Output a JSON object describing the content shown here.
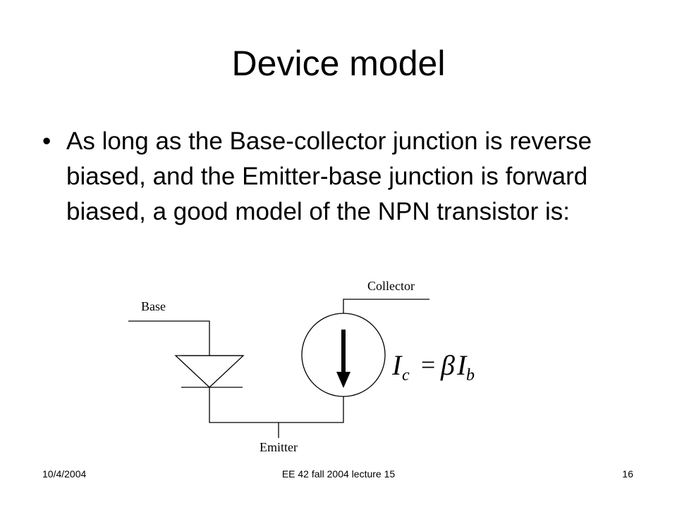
{
  "slide": {
    "title": "Device model",
    "bullets": [
      "As long as the Base-collector junction is reverse biased, and the Emitter-base junction is forward biased, a good model of the NPN transistor is:"
    ]
  },
  "diagram": {
    "labels": {
      "collector": "Collector",
      "base": "Base",
      "emitter": "Emitter"
    },
    "formula": {
      "lhs": "I",
      "lhs_sub": "c",
      "equals": "=",
      "beta": "β",
      "rhs": "I",
      "rhs_sub": "b"
    }
  },
  "footer": {
    "date": "10/4/2004",
    "course": "EE 42 fall 2004 lecture 15",
    "page": "16"
  }
}
